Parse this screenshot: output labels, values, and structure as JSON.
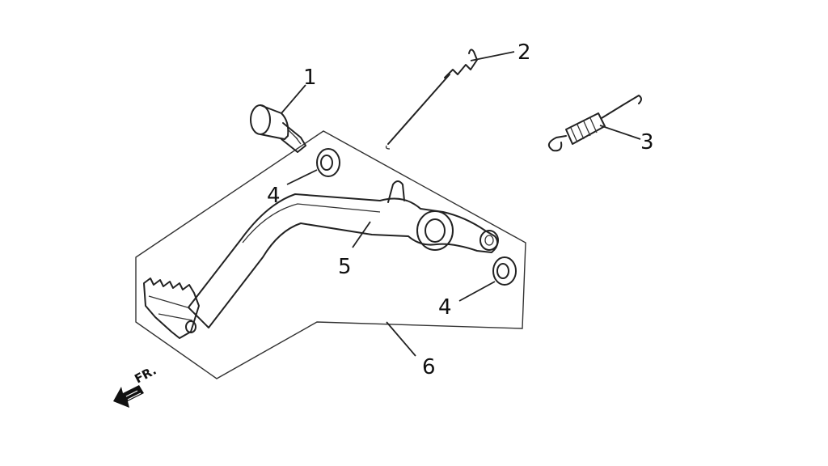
{
  "diagram": {
    "callouts": [
      {
        "id": "part-1",
        "number": "1"
      },
      {
        "id": "part-2",
        "number": "2"
      },
      {
        "id": "part-3",
        "number": "3"
      },
      {
        "id": "part-4a",
        "number": "4"
      },
      {
        "id": "part-4b",
        "number": "4"
      },
      {
        "id": "part-5",
        "number": "5"
      },
      {
        "id": "part-6",
        "number": "6"
      }
    ],
    "direction_label": "FR."
  }
}
